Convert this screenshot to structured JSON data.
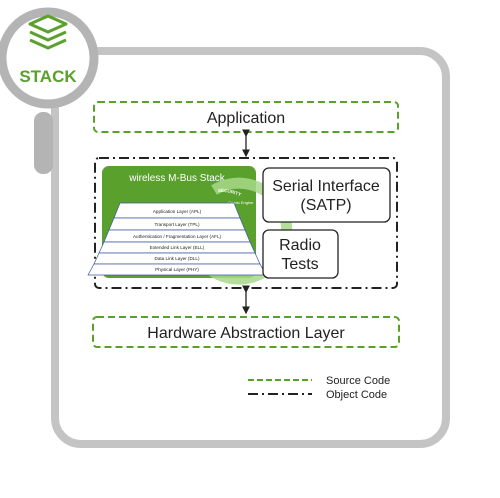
{
  "badge": {
    "label": "STACK",
    "icon": "stack-icon"
  },
  "boxes": {
    "application": "Application",
    "serial_interface": [
      "Serial Interface",
      "(SATP)"
    ],
    "radio_tests": [
      "Radio",
      "Tests"
    ],
    "hal": "Hardware Abstraction Layer"
  },
  "stack": {
    "title": "wireless M-Bus Stack",
    "layers": [
      "Application Layer (APL)",
      "Transport Layer (TPL)",
      "Authentication / Fragmentation Layer (AFL)",
      "Extended Link Layer (ELL)",
      "Data Link Layer (DLL)",
      "Physical Layer (PHY)"
    ],
    "security_ring": [
      "SECURITY",
      "Crypto Engine"
    ]
  },
  "legend": {
    "source_code": "Source Code",
    "object_code": "Object Code"
  },
  "colors": {
    "green": "#5aa02c",
    "gray": "#b4b4b4",
    "dark": "#222222"
  }
}
